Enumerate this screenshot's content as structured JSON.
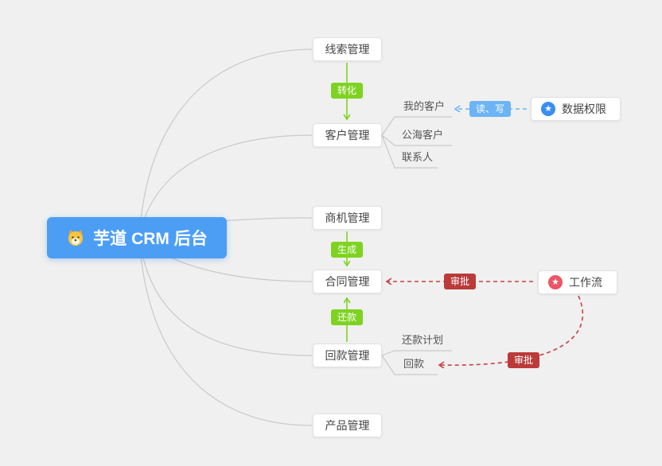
{
  "root": {
    "label": "芋道 CRM 后台"
  },
  "modules": [
    {
      "label": "线索管理"
    },
    {
      "label": "客户管理"
    },
    {
      "label": "商机管理"
    },
    {
      "label": "合同管理"
    },
    {
      "label": "回款管理"
    },
    {
      "label": "产品管理"
    }
  ],
  "customer_children": [
    {
      "label": "我的客户"
    },
    {
      "label": "公海客户"
    },
    {
      "label": "联系人"
    }
  ],
  "receivable_children": [
    {
      "label": "还款计划"
    },
    {
      "label": "回款"
    }
  ],
  "external": {
    "data_permission": {
      "label": "数据权限",
      "icon": "star-icon"
    },
    "workflow": {
      "label": "工作流",
      "icon": "star-icon"
    }
  },
  "edge_labels": {
    "convert": "转化",
    "generate": "生成",
    "repay": "还款",
    "read_write": "读、写",
    "approve_contract": "审批",
    "approve_receivable": "审批"
  },
  "colors": {
    "bg": "#f0f0f0",
    "brand-blue": "#4c9ef5",
    "green": "#7ed321",
    "light-blue": "#6cb4f5",
    "dark-red": "#bb3a3a",
    "red-line": "#c84040",
    "line-gray": "#c9c9c9",
    "node-border": "#e2e2e2",
    "perm-icon-blue": "#3a8ef0",
    "workflow-icon-red": "#ee5466"
  }
}
